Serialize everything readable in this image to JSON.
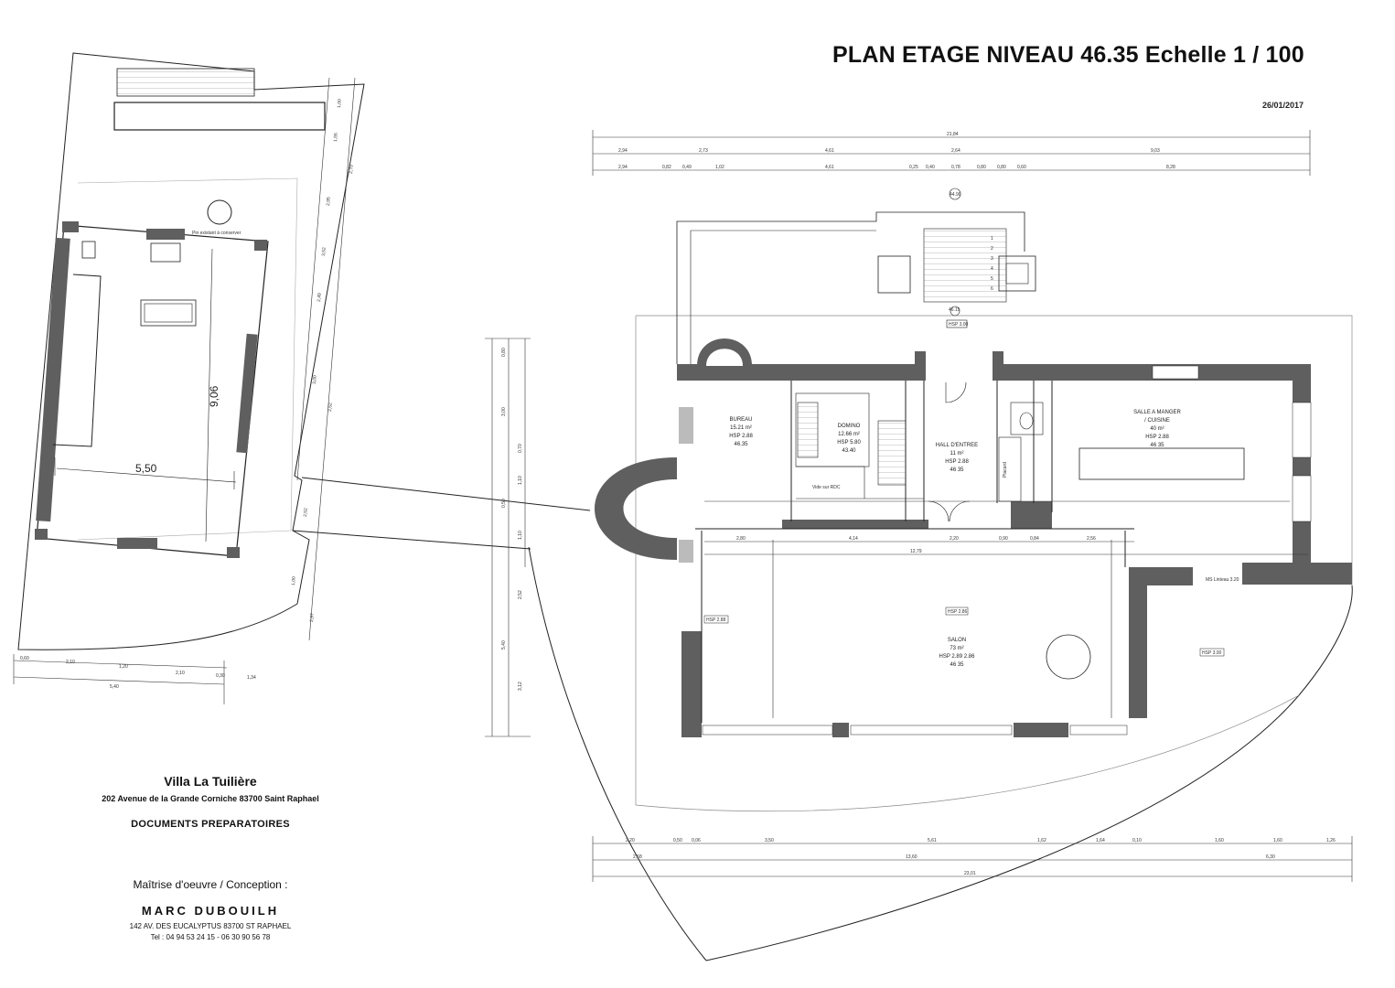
{
  "header": {
    "title": "PLAN ETAGE NIVEAU  46.35 Echelle 1 / 100",
    "date": "26/01/2017"
  },
  "project": {
    "villa": "Villa La Tuilière",
    "address": "202 Avenue de la Grande Corniche  83700 Saint Raphael",
    "documents": "DOCUMENTS PREPARATOIRES",
    "maitrise": "Maîtrise d'oeuvre / Conception :",
    "architect": "MARC DUBOUILH",
    "architect_address": "142 AV. DES EUCALYPTUS     83700 ST RAPHAEL",
    "architect_tel": "Tel :  04 94 53 24 15    -    06 30 90 56 78"
  },
  "annex": {
    "width_dim": "5,50",
    "height_dim": "9,06",
    "pit_note": "Pin existant à conserver"
  },
  "rooms": {
    "bureau": [
      "BUREAU",
      "15.21 m²",
      "HSP 2.88",
      "46.35"
    ],
    "domino": [
      "DOMINO",
      "12.66 m²",
      "HSP 5.80",
      "43.40"
    ],
    "hall": [
      "HALL D'ENTREE",
      "11 m²",
      "HSP 2.88",
      "46 35"
    ],
    "salle": [
      "SALLE A MANGER",
      "/ CUISINE",
      "40 m²",
      "HSP 2.88",
      "46 35"
    ],
    "salon": [
      "SALON",
      "73 m²",
      "HSP 2.89 2.86",
      "46 35"
    ]
  },
  "tags": {
    "hsp_top": "HSP 3.00",
    "hsp_salon": "HSP 2.86",
    "hsp_left": "HSP 2.88",
    "hsp_right": "HSP 3.00",
    "vide": "Vide sur RDC",
    "placard": "Placard",
    "terrace_note": "MS Linteau 3.20",
    "level_top": "44.90",
    "level_mid": "46.15"
  },
  "dimensions": {
    "top_total": "21,84",
    "top_row1": [
      "2,94",
      "2,73",
      "4,61",
      "2,64",
      "9,03"
    ],
    "top_row2": [
      "2,94",
      "0,82",
      "0,49",
      "1,02",
      "4,61",
      "0,25",
      "0,40",
      "0,78",
      "0,80",
      "0,80",
      "0,60",
      "8,28"
    ],
    "bottom_row1": [
      "2,20",
      "0,50",
      "0,06",
      "3,50",
      "5,61",
      "1,62",
      "1,64",
      "0,10",
      "1,60",
      "1,60",
      "1,26"
    ],
    "bottom_row2": [
      "2,68",
      "13,60",
      "6,30"
    ],
    "bottom_total": "23,01",
    "salon_row": [
      "2,80",
      "4,14",
      "2,20",
      "0,90",
      "0,84",
      "2,56"
    ],
    "salon_total": "12,79",
    "annex_bottom": [
      "0,60",
      "2,10",
      "1,20",
      "2,10",
      "0,30",
      "1,34"
    ],
    "annex_bottom_total": "5,40",
    "left_chain": [
      "0,80",
      "3,00",
      "0,70",
      "1,10",
      "0,50",
      "1,10",
      "2,52",
      "5,40",
      "3,12"
    ],
    "annex_right": [
      "1,00",
      "1,55",
      "2,70",
      "2,95",
      "3,52",
      "2,49",
      "3,00",
      "2,52",
      "2,52",
      "1,00",
      "2,97"
    ]
  }
}
